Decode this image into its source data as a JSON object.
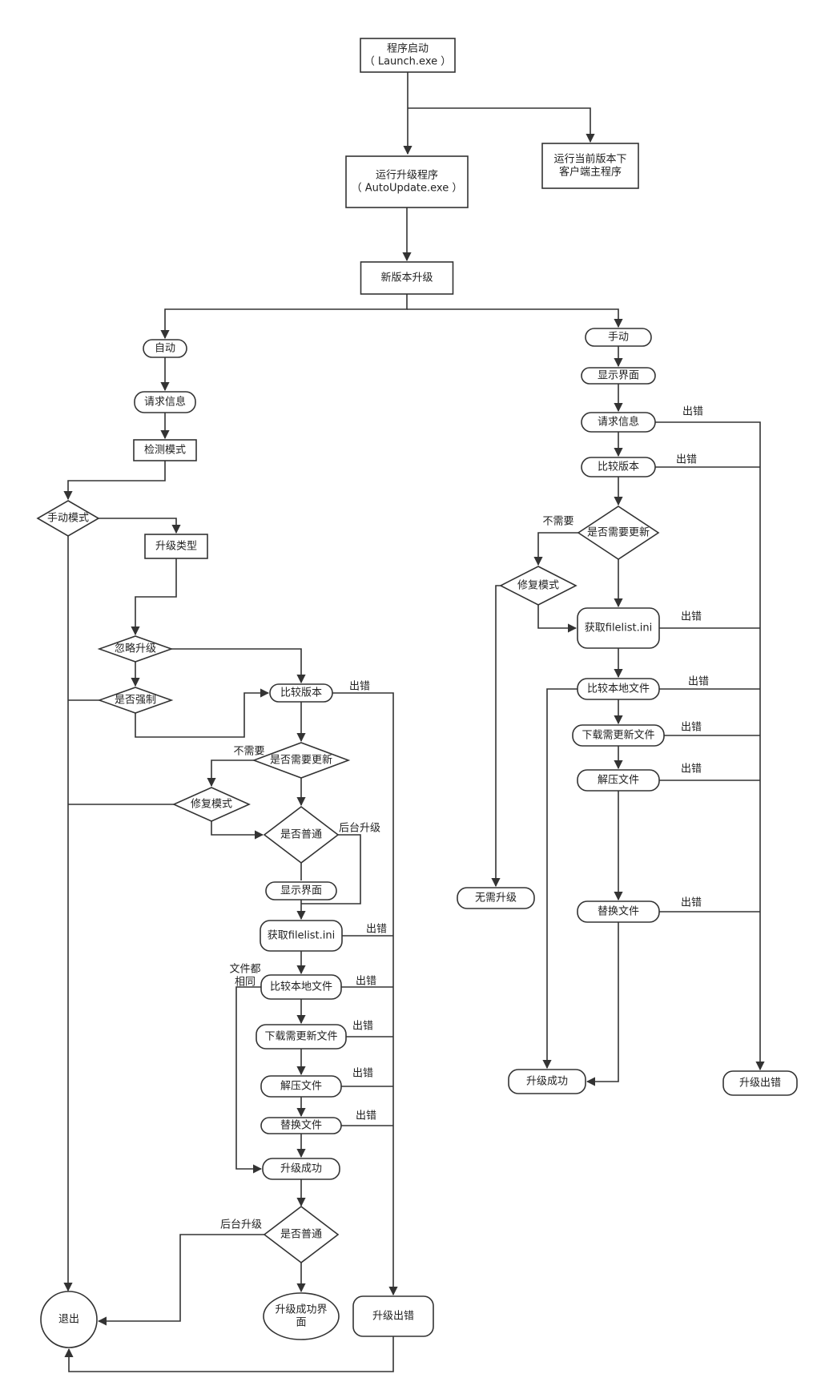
{
  "nodes": {
    "launch": [
      "程序启动",
      "（ Launch.exe ）"
    ],
    "run_current": [
      "运行当前版本下",
      "客户端主程序"
    ],
    "autoupdate": [
      "运行升级程序",
      "（ AutoUpdate.exe ）"
    ],
    "new_version": "新版本升级",
    "auto": "自动",
    "manual": "手动",
    "l_request_info": "请求信息",
    "l_detect_mode": "检测模式",
    "l_manual_mode": "手动模式",
    "l_upgrade_type": "升级类型",
    "l_ignore_upgrade": "忽略升级",
    "l_force": "是否强制",
    "l_compare_version": "比较版本",
    "l_need_update": "是否需要更新",
    "l_repair_mode": "修复模式",
    "l_is_normal": "是否普通",
    "l_show_ui": "显示界面",
    "l_get_filelist": "获取filelist.ini",
    "l_compare_local": "比较本地文件",
    "l_download": "下载需更新文件",
    "l_unzip": "解压文件",
    "l_replace": "替换文件",
    "l_success": "升级成功",
    "l_is_normal2": "是否普通",
    "exit": "退出",
    "success_ui": [
      "升级成功界",
      "面"
    ],
    "l_fail": "升级出错",
    "r_show_ui": "显示界面",
    "r_request_info": "请求信息",
    "r_compare_version": "比较版本",
    "r_need_update": "是否需要更新",
    "r_repair_mode": "修复模式",
    "r_get_filelist": "获取filelist.ini",
    "r_compare_local": "比较本地文件",
    "r_download": "下载需更新文件",
    "r_unzip": "解压文件",
    "r_replace": "替换文件",
    "no_upgrade": "无需升级",
    "r_success": "升级成功",
    "r_fail": "升级出错"
  },
  "labels": {
    "error": "出错",
    "not_needed": "不需要",
    "background_upgrade": "后台升级",
    "files_identical": [
      "文件都",
      "相同"
    ]
  }
}
